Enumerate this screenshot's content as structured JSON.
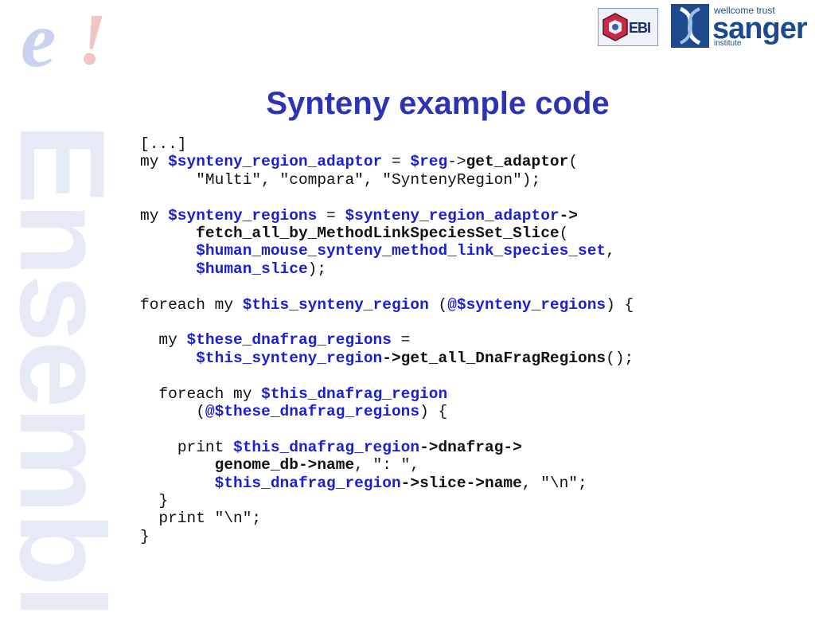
{
  "brand": {
    "e_letter": "e",
    "bang": "!",
    "word": "Ensembl"
  },
  "logos": {
    "ebi": {
      "text": "EBI"
    },
    "sanger": {
      "line1": "wellcome trust",
      "line2": "sanger",
      "line3": "institute"
    }
  },
  "title": "Synteny example code",
  "code": [
    {
      "indent": 0,
      "tokens": [
        {
          "t": "plain",
          "s": "[...]"
        }
      ]
    },
    {
      "indent": 0,
      "tokens": [
        {
          "t": "plain",
          "s": "my "
        },
        {
          "t": "var",
          "s": "$synteny_region_adaptor"
        },
        {
          "t": "plain",
          "s": " = "
        },
        {
          "t": "var",
          "s": "$reg"
        },
        {
          "t": "plain",
          "s": "->"
        },
        {
          "t": "method",
          "s": "get_adaptor"
        },
        {
          "t": "plain",
          "s": "("
        }
      ]
    },
    {
      "indent": 6,
      "tokens": [
        {
          "t": "plain",
          "s": "\"Multi\", \"compara\", \"SyntenyRegion\");"
        }
      ]
    },
    {
      "indent": 0,
      "tokens": []
    },
    {
      "indent": 0,
      "tokens": [
        {
          "t": "plain",
          "s": "my "
        },
        {
          "t": "var",
          "s": "$synteny_regions"
        },
        {
          "t": "plain",
          "s": " = "
        },
        {
          "t": "var",
          "s": "$synteny_region_adaptor"
        },
        {
          "t": "method",
          "s": "->"
        }
      ]
    },
    {
      "indent": 6,
      "tokens": [
        {
          "t": "method",
          "s": "fetch_all_by_MethodLinkSpeciesSet_Slice"
        },
        {
          "t": "plain",
          "s": "("
        }
      ]
    },
    {
      "indent": 6,
      "tokens": [
        {
          "t": "var",
          "s": "$human_mouse_synteny_method_link_species_set"
        },
        {
          "t": "plain",
          "s": ","
        }
      ]
    },
    {
      "indent": 6,
      "tokens": [
        {
          "t": "var",
          "s": "$human_slice"
        },
        {
          "t": "plain",
          "s": ");"
        }
      ]
    },
    {
      "indent": 0,
      "tokens": []
    },
    {
      "indent": 0,
      "tokens": [
        {
          "t": "plain",
          "s": "foreach my "
        },
        {
          "t": "var",
          "s": "$this_synteny_region"
        },
        {
          "t": "plain",
          "s": " ("
        },
        {
          "t": "var",
          "s": "@$synteny_regions"
        },
        {
          "t": "plain",
          "s": ") {"
        }
      ]
    },
    {
      "indent": 0,
      "tokens": []
    },
    {
      "indent": 2,
      "tokens": [
        {
          "t": "plain",
          "s": "my "
        },
        {
          "t": "var",
          "s": "$these_dnafrag_regions"
        },
        {
          "t": "plain",
          "s": " ="
        }
      ]
    },
    {
      "indent": 6,
      "tokens": [
        {
          "t": "var",
          "s": "$this_synteny_region"
        },
        {
          "t": "method",
          "s": "->get_all_DnaFragRegions"
        },
        {
          "t": "plain",
          "s": "();"
        }
      ]
    },
    {
      "indent": 0,
      "tokens": []
    },
    {
      "indent": 2,
      "tokens": [
        {
          "t": "plain",
          "s": "foreach my "
        },
        {
          "t": "var",
          "s": "$this_dnafrag_region"
        }
      ]
    },
    {
      "indent": 6,
      "tokens": [
        {
          "t": "plain",
          "s": "("
        },
        {
          "t": "var",
          "s": "@$these_dnafrag_regions"
        },
        {
          "t": "plain",
          "s": ") {"
        }
      ]
    },
    {
      "indent": 0,
      "tokens": []
    },
    {
      "indent": 4,
      "tokens": [
        {
          "t": "plain",
          "s": "print "
        },
        {
          "t": "var",
          "s": "$this_dnafrag_region"
        },
        {
          "t": "method",
          "s": "->dnafrag->"
        }
      ]
    },
    {
      "indent": 8,
      "tokens": [
        {
          "t": "method",
          "s": "genome_db->name"
        },
        {
          "t": "plain",
          "s": ", \": \","
        }
      ]
    },
    {
      "indent": 8,
      "tokens": [
        {
          "t": "var",
          "s": "$this_dnafrag_region"
        },
        {
          "t": "method",
          "s": "->slice->name"
        },
        {
          "t": "plain",
          "s": ", \"\\n\";"
        }
      ]
    },
    {
      "indent": 2,
      "tokens": [
        {
          "t": "plain",
          "s": "}"
        }
      ]
    },
    {
      "indent": 2,
      "tokens": [
        {
          "t": "plain",
          "s": "print \"\\n\";"
        }
      ]
    },
    {
      "indent": 0,
      "tokens": [
        {
          "t": "plain",
          "s": "}"
        }
      ]
    }
  ]
}
